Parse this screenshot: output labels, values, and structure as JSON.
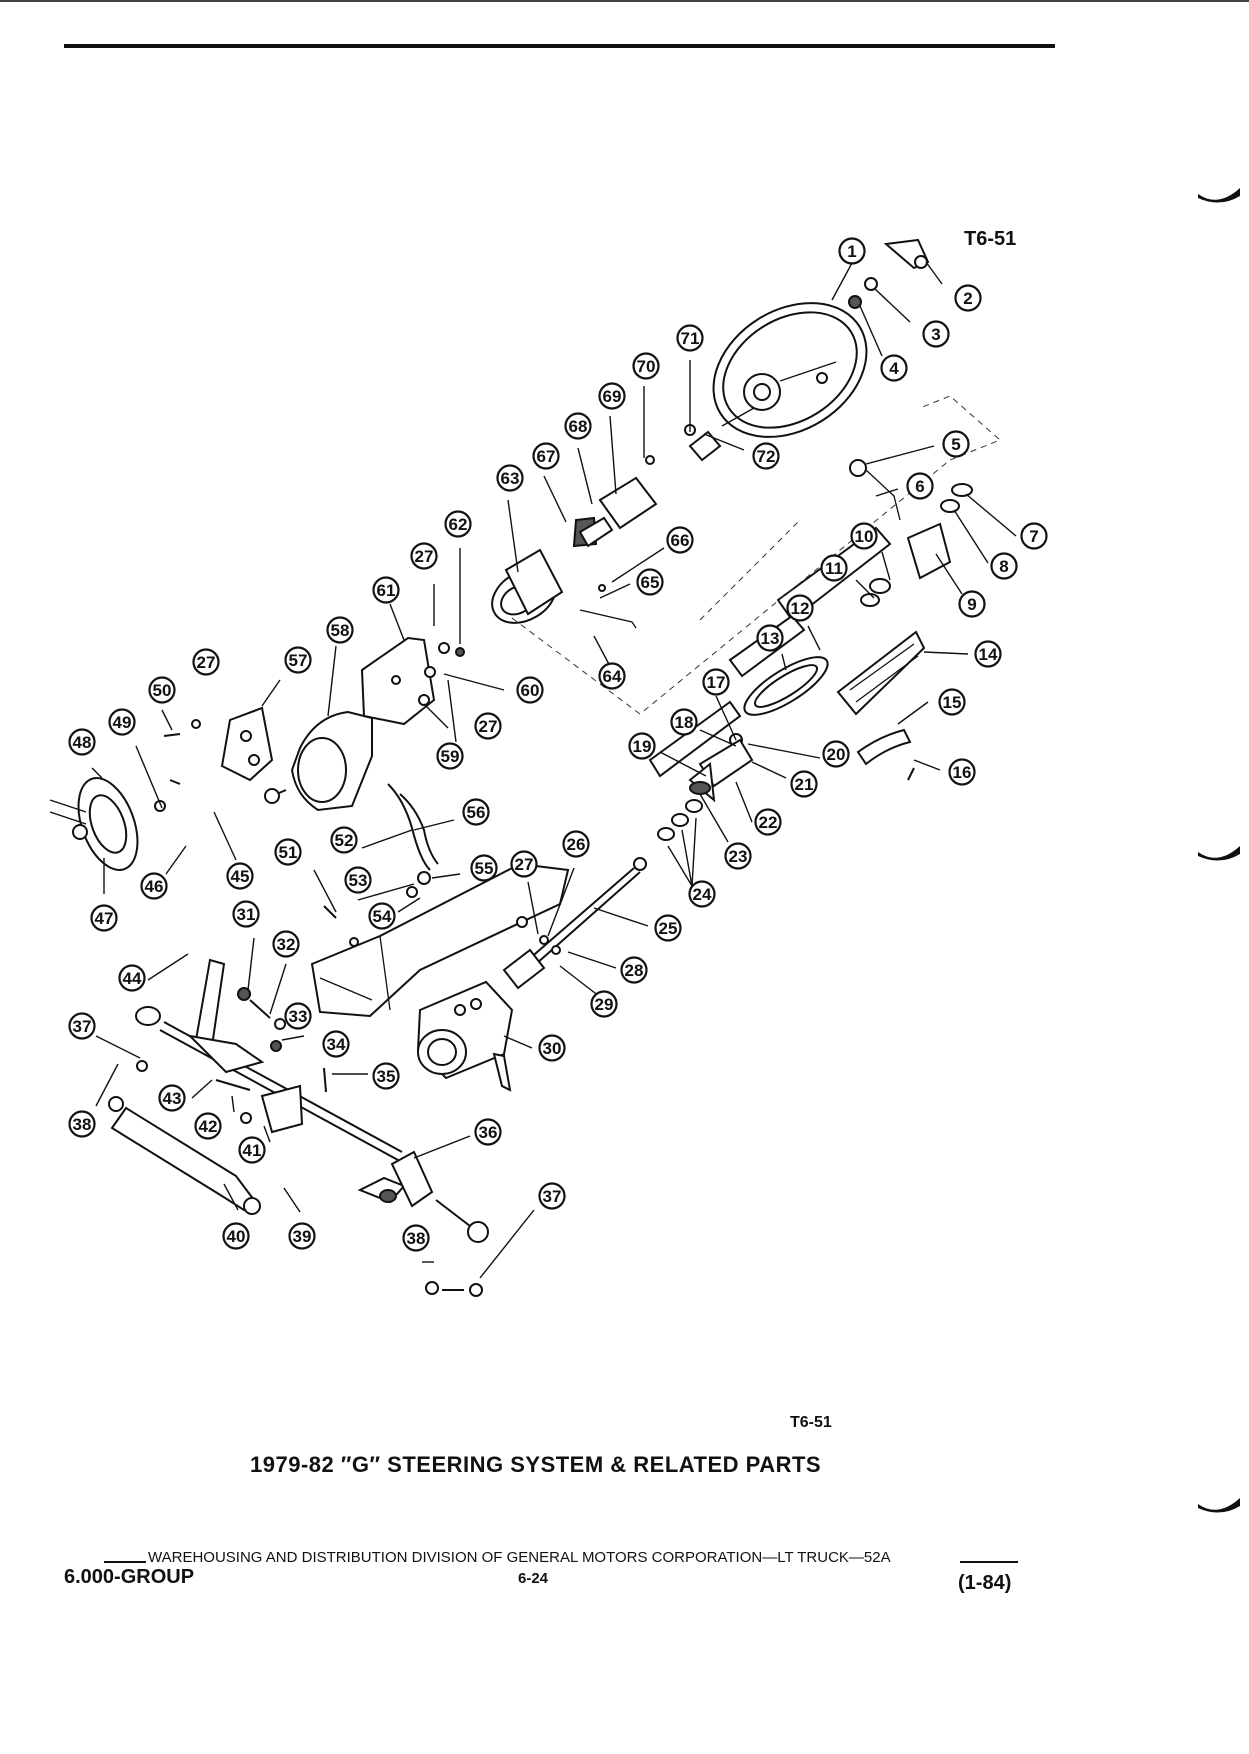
{
  "figure_code_top": "T6-51",
  "figure_code_bottom": "T6-51",
  "figure_title": "1979-82 ″G″ STEERING SYSTEM & RELATED PARTS",
  "footer": {
    "organization": "WAREHOUSING AND DISTRIBUTION DIVISION OF GENERAL MOTORS CORPORATION—LT TRUCK—52A",
    "group": "6.000-GROUP",
    "page": "6-24",
    "date": "(1-84)"
  },
  "callouts": [
    "1",
    "2",
    "3",
    "4",
    "5",
    "6",
    "7",
    "8",
    "9",
    "10",
    "11",
    "12",
    "13",
    "14",
    "15",
    "16",
    "17",
    "18",
    "19",
    "20",
    "21",
    "22",
    "23",
    "24",
    "25",
    "26",
    "27",
    "27",
    "27",
    "27",
    "28",
    "29",
    "30",
    "31",
    "32",
    "33",
    "34",
    "35",
    "36",
    "37",
    "37",
    "38",
    "38",
    "39",
    "40",
    "41",
    "42",
    "43",
    "44",
    "45",
    "46",
    "47",
    "48",
    "49",
    "50",
    "51",
    "52",
    "53",
    "54",
    "55",
    "56",
    "57",
    "58",
    "59",
    "60",
    "61",
    "62",
    "63",
    "64",
    "65",
    "66",
    "67",
    "68",
    "69",
    "70",
    "71",
    "72"
  ],
  "colors": {
    "ink": "#111111",
    "paper": "#ffffff"
  }
}
